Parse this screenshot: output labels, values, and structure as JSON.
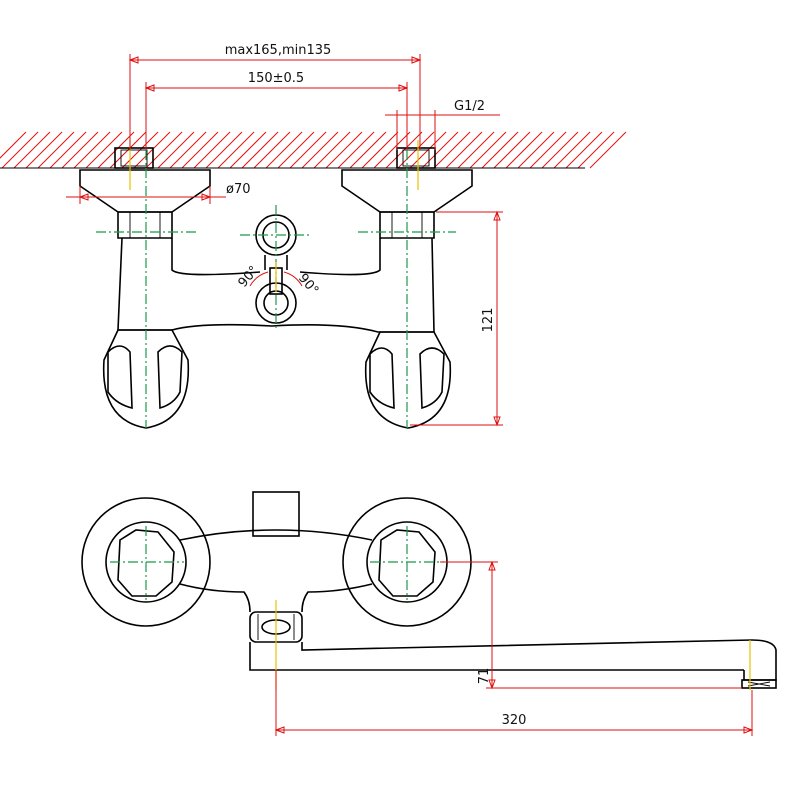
{
  "dimensions": {
    "centers_range": "max165,min135",
    "centers_nominal": "150±0.5",
    "thread": "G1/2",
    "flange_diameter": "ø70",
    "height": "121",
    "angle_left": "90°",
    "angle_right": "90°",
    "spout_drop": "71",
    "spout_reach": "320"
  },
  "colors": {
    "dimension_lines": "#d11111",
    "hatching": "#d11111",
    "centerlines": "#1a9a4a",
    "thread_axis": "#e8c200",
    "outline": "#000000"
  }
}
